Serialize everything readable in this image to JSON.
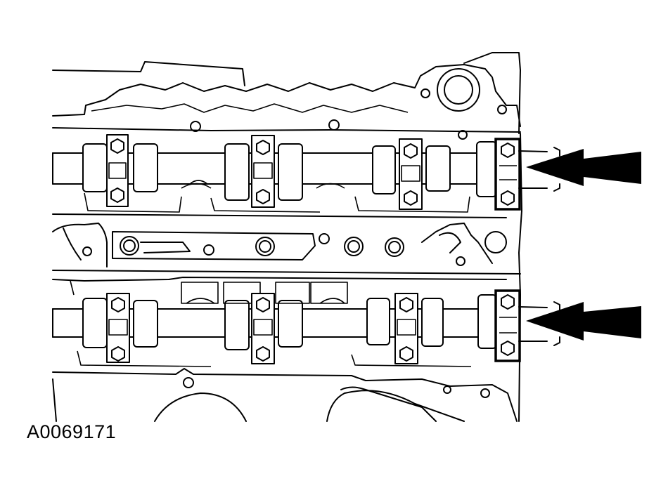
{
  "figure": {
    "id_label": "A0069171"
  },
  "colors": {
    "line": "#000000",
    "background": "#ffffff"
  },
  "callouts": [
    {
      "name": "upper-camshaft-front-bearing-cap"
    },
    {
      "name": "lower-camshaft-front-bearing-cap"
    }
  ]
}
